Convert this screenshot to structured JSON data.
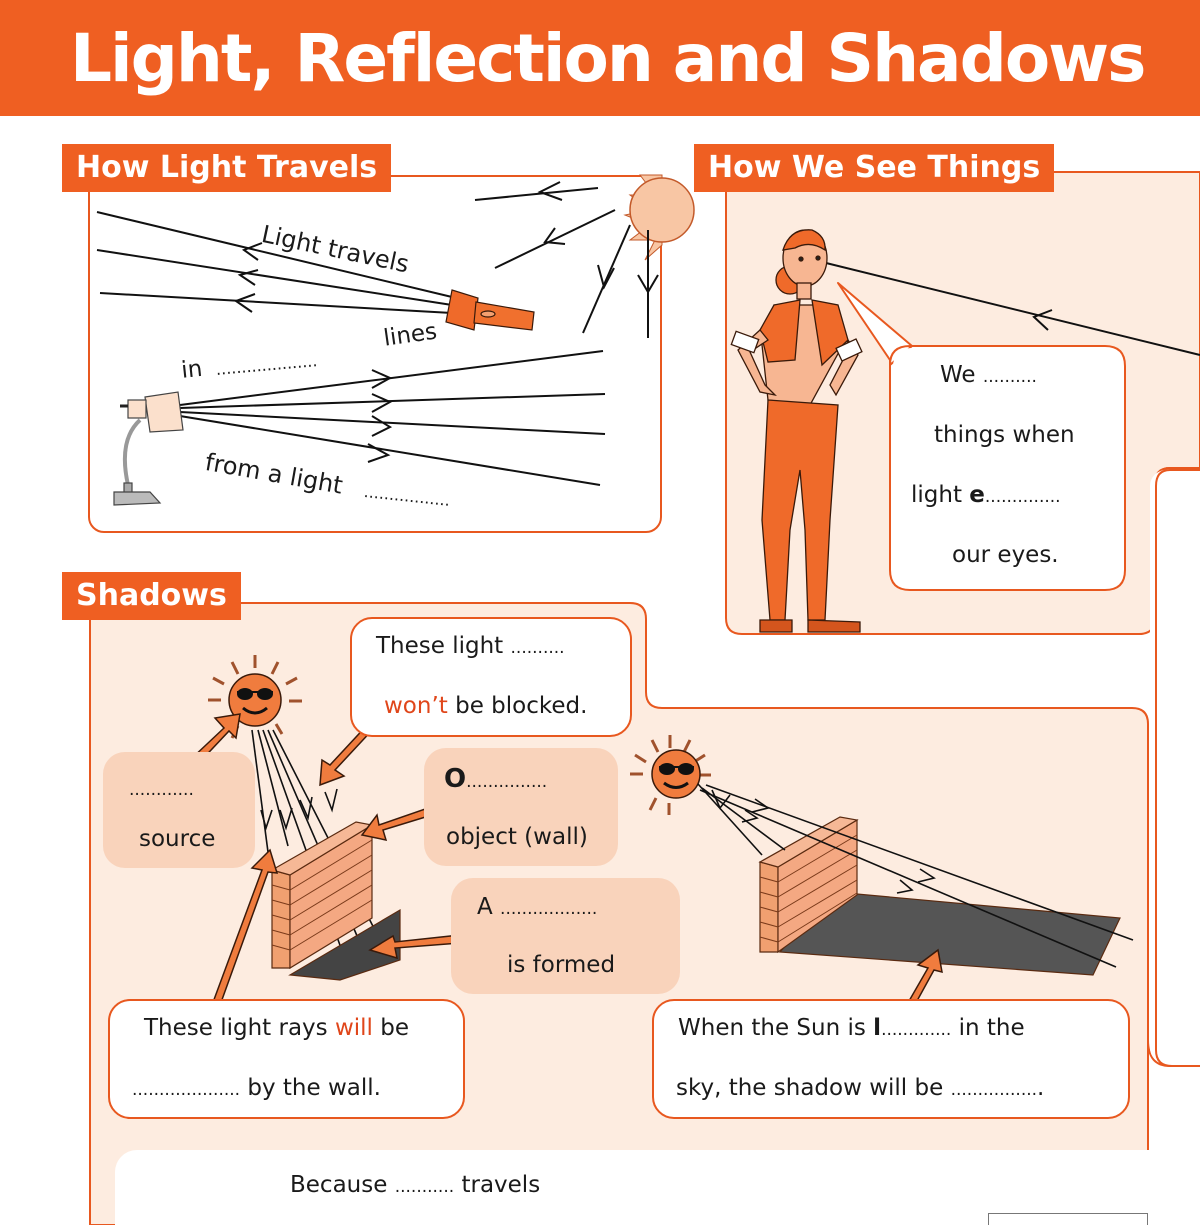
{
  "header": {
    "title": "Light, Reflection and Shadows"
  },
  "colors": {
    "brand_orange": "#ef5f22",
    "panel_border": "#e8581f",
    "panel_peach": "#fdece0",
    "box_tan": "#f9d3bb",
    "highlight_red": "#e0461a"
  },
  "how_light_travels": {
    "label": "How Light Travels",
    "text_light_travels": "Light travels",
    "text_lines": "lines",
    "text_in": "in",
    "text_in_blank": "....................",
    "text_from_a_light": "from a light",
    "text_from_blank": "................."
  },
  "how_we_see_things": {
    "label": "How We See Things",
    "bubble": {
      "line1_a": "We",
      "line1_blank": "..........",
      "line2": "things when",
      "line3_a": "light",
      "line3_bold": "e",
      "line3_blank": "..............",
      "line4": "our eyes."
    }
  },
  "shadows": {
    "label": "Shadows",
    "box_rays": {
      "line1_a": "These light",
      "line1_blank": "..........",
      "line2_red": "won’t",
      "line2_b": "be blocked."
    },
    "box_source": {
      "blank": "............",
      "line2": "source"
    },
    "box_object": {
      "bold": "O",
      "blank": "...............",
      "line2": "object (wall)"
    },
    "box_shadow": {
      "line1_a": "A",
      "line1_blank": "..................",
      "line2": "is formed"
    },
    "box_blocked": {
      "line1_a": "These light rays",
      "line1_red": "will",
      "line1_b": "be",
      "line2_blank": "....................",
      "line2_b": "by the wall."
    },
    "box_sun_low": {
      "line1_a": "When the Sun is",
      "line1_bold": "l",
      "line1_blank": ".............",
      "line1_b": "in the",
      "line2_a": "sky, the shadow will be",
      "line2_blank": "................",
      "line2_end": "."
    }
  },
  "bottom": {
    "line1_a": "Because",
    "line1_blank": "...........",
    "line1_b": "travels"
  }
}
